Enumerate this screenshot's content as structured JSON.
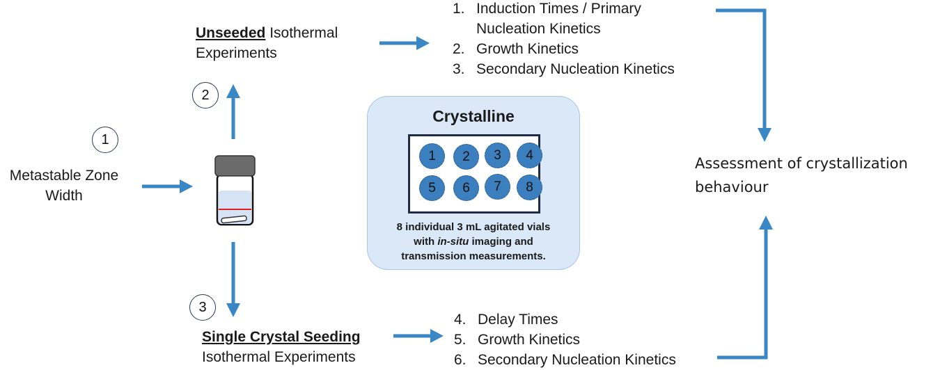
{
  "step1": {
    "number": "1",
    "label_line1": "Metastable Zone",
    "label_line2": "Width"
  },
  "step2": {
    "number": "2",
    "label_emph": "Unseeded",
    "label_rest": " Isothermal",
    "label_line2": "Experiments"
  },
  "step3": {
    "number": "3",
    "label_emph": "Single Crystal Seeding",
    "label_line2": "Isothermal Experiments"
  },
  "unseeded_outputs": [
    {
      "num": "1.",
      "text": "Induction Times / Primary",
      "cont": "Nucleation Kinetics"
    },
    {
      "num": "2.",
      "text": "Growth Kinetics"
    },
    {
      "num": "3.",
      "text": "Secondary Nucleation Kinetics"
    }
  ],
  "seeded_outputs": [
    {
      "num": "4.",
      "text": "Delay Times"
    },
    {
      "num": "5.",
      "text": "Growth Kinetics"
    },
    {
      "num": "6.",
      "text": "Secondary Nucleation Kinetics"
    }
  ],
  "crystalline": {
    "title": "Crystalline",
    "wells": [
      "1",
      "2",
      "3",
      "4",
      "5",
      "6",
      "7",
      "8"
    ],
    "caption_line1": "8 individual 3 mL agitated vials",
    "caption_line2_pre": "with ",
    "caption_line2_em": "in-situ",
    "caption_line2_post": " imaging and",
    "caption_line3": "transmission measurements."
  },
  "assessment": {
    "line1": "Assessment of crystallization",
    "line2": "behaviour"
  },
  "colors": {
    "arrow": "#3a87c6",
    "panel_bg": "#dbe8f8",
    "well": "#3c7fbf",
    "vial_cap": "#6b6b6b",
    "vial_liquid": "#d6e3f5",
    "red_line": "#e02020"
  },
  "icons": {
    "vial": "vial-icon"
  }
}
